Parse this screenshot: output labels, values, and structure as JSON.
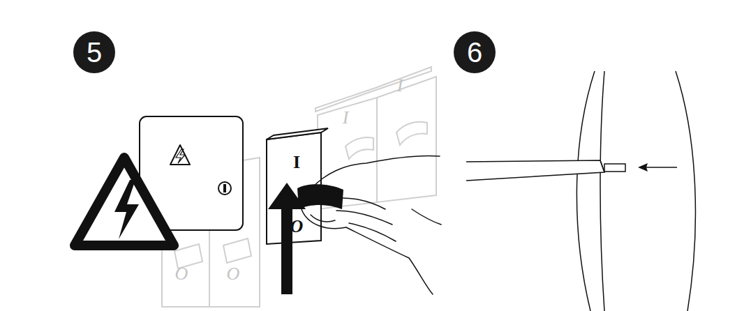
{
  "diagram": {
    "nodes": [
      {
        "text": [
          "5"
        ]
      },
      {
        "text": [
          "O"
        ]
      },
      {
        "text": [
          "O"
        ]
      },
      {
        "text": [
          "I",
          "O"
        ]
      },
      {
        "text": [
          "I"
        ]
      },
      {
        "text": [
          "I"
        ]
      },
      {
        "text": [
          "6"
        ]
      }
    ]
  }
}
